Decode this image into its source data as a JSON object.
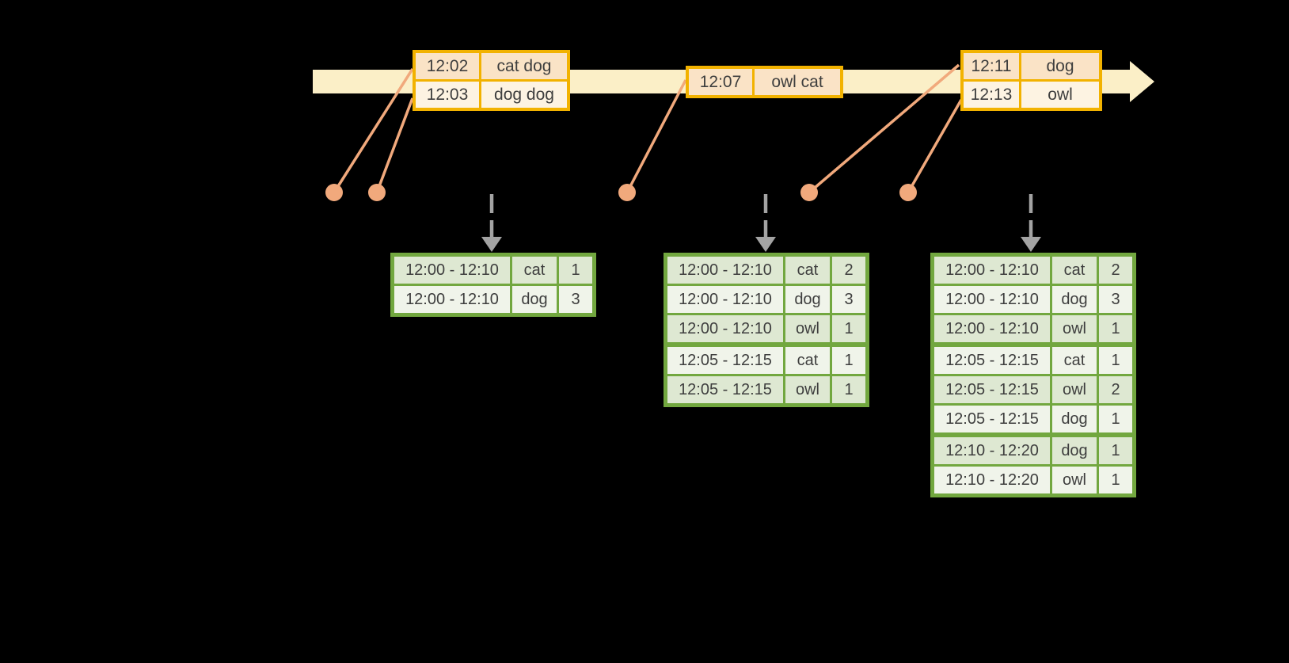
{
  "colors": {
    "background": "#000000",
    "timeline_band": "#FBEFC7",
    "event_table_border": "#F2B200",
    "event_row_peach": "#FAE3C6",
    "event_row_cream": "#FDF3E2",
    "event_connector_salmon": "#F1A97C",
    "trigger_arrow_gray": "#A3A3A3",
    "result_table_border": "#72A73F",
    "result_row_dark": "#DEE8D2",
    "result_row_light": "#F0F4EA",
    "text": "#3E3E3E"
  },
  "icons": {
    "timeline_arrow": "right-arrowhead",
    "event_dot": "filled-circle",
    "trigger_arrow": "dashed-down-arrow"
  },
  "timeline": {
    "event_tables": [
      {
        "rows": [
          {
            "time": "12:02",
            "words": "cat dog"
          },
          {
            "time": "12:03",
            "words": "dog dog"
          }
        ]
      },
      {
        "rows": [
          {
            "time": "12:07",
            "words": "owl cat"
          }
        ]
      },
      {
        "rows": [
          {
            "time": "12:11",
            "words": "dog"
          },
          {
            "time": "12:13",
            "words": "owl"
          }
        ]
      }
    ]
  },
  "result_tables": [
    {
      "rows": [
        {
          "window": "12:00 - 12:10",
          "word": "cat",
          "count": "1"
        },
        {
          "window": "12:00 - 12:10",
          "word": "dog",
          "count": "3"
        }
      ]
    },
    {
      "rows": [
        {
          "window": "12:00 - 12:10",
          "word": "cat",
          "count": "2"
        },
        {
          "window": "12:00 - 12:10",
          "word": "dog",
          "count": "3"
        },
        {
          "window": "12:00 - 12:10",
          "word": "owl",
          "count": "1"
        },
        {
          "window": "12:05 - 12:15",
          "word": "cat",
          "count": "1"
        },
        {
          "window": "12:05 - 12:15",
          "word": "owl",
          "count": "1"
        }
      ]
    },
    {
      "rows": [
        {
          "window": "12:00 - 12:10",
          "word": "cat",
          "count": "2"
        },
        {
          "window": "12:00 - 12:10",
          "word": "dog",
          "count": "3"
        },
        {
          "window": "12:00 - 12:10",
          "word": "owl",
          "count": "1"
        },
        {
          "window": "12:05 - 12:15",
          "word": "cat",
          "count": "1"
        },
        {
          "window": "12:05 - 12:15",
          "word": "owl",
          "count": "2"
        },
        {
          "window": "12:05 - 12:15",
          "word": "dog",
          "count": "1"
        },
        {
          "window": "12:10 - 12:20",
          "word": "dog",
          "count": "1"
        },
        {
          "window": "12:10 - 12:20",
          "word": "owl",
          "count": "1"
        }
      ]
    }
  ]
}
